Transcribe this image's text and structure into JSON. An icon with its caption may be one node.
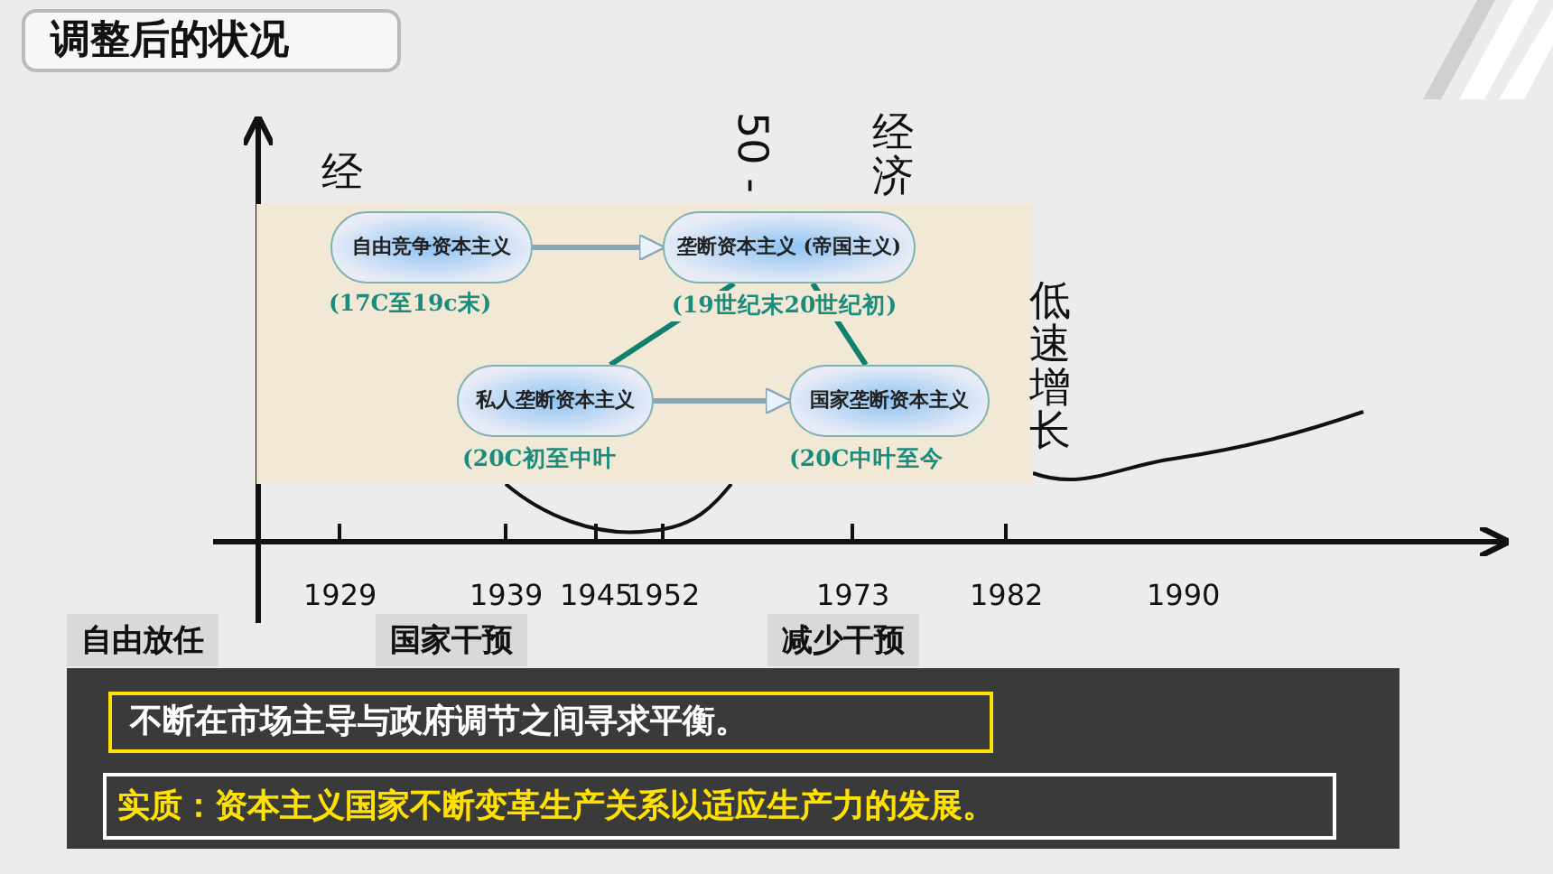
{
  "diagram": {
    "title": "调整后的状况",
    "nodes": [
      {
        "text": [
          "自由竞争资本主义"
        ],
        "beside": [
          "(17C至19c末)"
        ]
      },
      {
        "text": [
          "垄断资本主义 (帝国主义)"
        ],
        "beside": [
          "(19世纪末20世纪初)"
        ]
      },
      {
        "text": [
          "私人垄断资本主义"
        ],
        "beside": [
          "(20C初至中叶"
        ]
      },
      {
        "text": [
          "国家垄断资本主义"
        ],
        "beside": [
          "(20C中叶至今"
        ]
      }
    ],
    "edges": [
      {
        "from": 0,
        "to": 1,
        "arrow": "to"
      },
      {
        "from": 1,
        "to": 2,
        "arrow": "none",
        "color": "#13806f"
      },
      {
        "from": 1,
        "to": 3,
        "arrow": "none",
        "color": "#13806f"
      },
      {
        "from": 2,
        "to": 3,
        "arrow": "to"
      }
    ],
    "labels": [
      "经",
      "50 -",
      "经济",
      "低速增长",
      "1929",
      "1939",
      "1945",
      "1952",
      "1973",
      "1982",
      "1990",
      "自由放任",
      "国家干预",
      "减少干预",
      "不断在市场主导与政府调节之间寻求平衡。",
      "实质：资本主义国家不断变革生产关系以适应生产力的发展。"
    ]
  }
}
